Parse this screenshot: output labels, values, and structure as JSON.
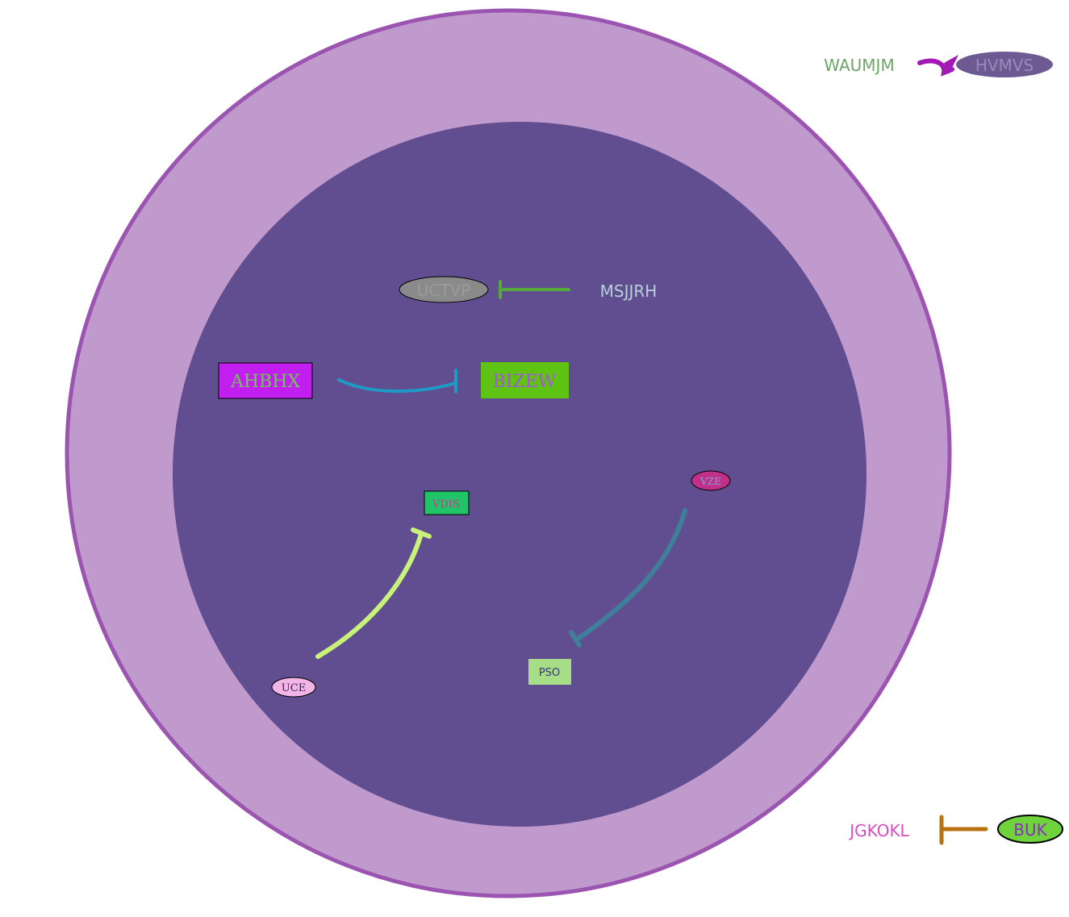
{
  "colors": {
    "outer_fill": "#c09acc",
    "outer_stroke": "#9b55b1",
    "inner_fill": "#614e91",
    "background": "#ffffff"
  },
  "nodes": {
    "waumjm": {
      "label": "WAUMJM",
      "color": "#6fa36a"
    },
    "hvmvs": {
      "label": "HVMVS",
      "fill": "#6e5a93",
      "text_color": "#9a8ab8"
    },
    "uctvp": {
      "label": "UCTVP",
      "fill": "#8a8a8a",
      "text_color": "#9a9a9a"
    },
    "msjjrh": {
      "label": "MSJJRH",
      "color": "#b5d0d8"
    },
    "ahbhx": {
      "label": "AHBHX",
      "fill": "#c21ef0",
      "text_color": "#6fc55a"
    },
    "bizew": {
      "label": "BIZEW",
      "fill": "#5ec312",
      "text_color": "#a35ad0"
    },
    "vdis": {
      "label": "VDIS",
      "fill": "#22c46a",
      "text_color": "#c43d86"
    },
    "vze": {
      "label": "VZE",
      "fill": "#c02f8a",
      "text_color": "#7aa8d0"
    },
    "uce": {
      "label": "UCE",
      "fill": "#f3b5e8",
      "text_color": "#3a2450"
    },
    "pso": {
      "label": "PSO",
      "fill": "#a6dd86",
      "text_color": "#3b3480"
    },
    "jgkokl": {
      "label": "JGKOKL",
      "color": "#d74fbf"
    },
    "buk": {
      "label": "BUK",
      "fill": "#6fd43c",
      "text_color": "#8a2ec0"
    }
  },
  "edges": [
    {
      "from": "WAUMJM",
      "to": "HVMVS",
      "type": "arrow",
      "color": "#a319b3"
    },
    {
      "from": "MSJJRH",
      "to": "UCTVP",
      "type": "inhibition",
      "color": "#55a83a"
    },
    {
      "from": "AHBHX",
      "to": "BIZEW",
      "type": "inhibition",
      "color": "#1e9bc4"
    },
    {
      "from": "UCE",
      "to": "VDIS",
      "type": "inhibition",
      "color": "#c8f27a"
    },
    {
      "from": "VZE",
      "to": "PSO",
      "type": "inhibition",
      "color": "#3f7f99"
    },
    {
      "from": "BUK",
      "to": "JGKOKL",
      "type": "inhibition",
      "color": "#b8720f"
    }
  ]
}
